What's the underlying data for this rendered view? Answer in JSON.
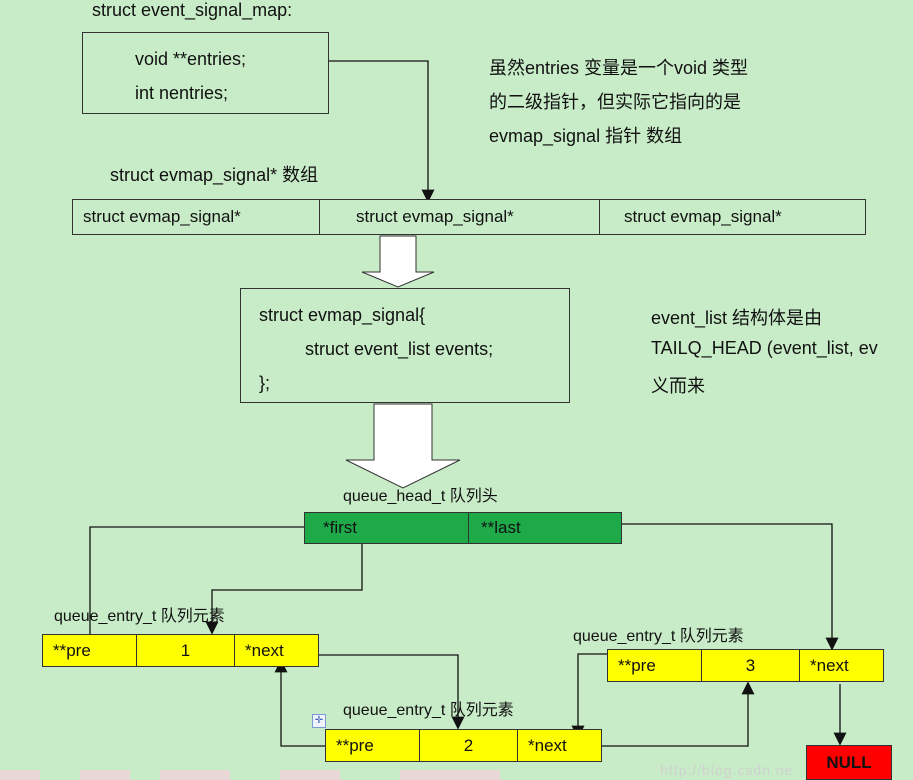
{
  "map_title": "struct event_signal_map:",
  "map_fields": [
    "void **entries;",
    "int nentries;"
  ],
  "note_entries": [
    "虽然entries 变量是一个void 类型",
    "的二级指针，但实际它指向的是",
    "evmap_signal 指针 数组"
  ],
  "array_title": "struct evmap_signal* 数组",
  "array_cells": [
    "struct evmap_signal*",
    "struct evmap_signal*",
    "struct evmap_signal*"
  ],
  "evmap_struct": [
    "struct evmap_signal{",
    "struct event_list events;",
    "};"
  ],
  "note_event_list": [
    "event_list 结构体是由",
    "TAILQ_HEAD (event_list, ev",
    "义而来"
  ],
  "queue_head_label": "queue_head_t 队列头",
  "queue_head_cells": [
    "*first",
    "**last"
  ],
  "entry_label": "queue_entry_t  队列元素",
  "entry1_cells": [
    "**pre",
    "1",
    "*next"
  ],
  "entry2_cells": [
    "**pre",
    "2",
    "*next"
  ],
  "entry3_cells": [
    "**pre",
    "3",
    "*next"
  ],
  "null_label": "NULL",
  "watermark": "http://blog.csdn.ne"
}
